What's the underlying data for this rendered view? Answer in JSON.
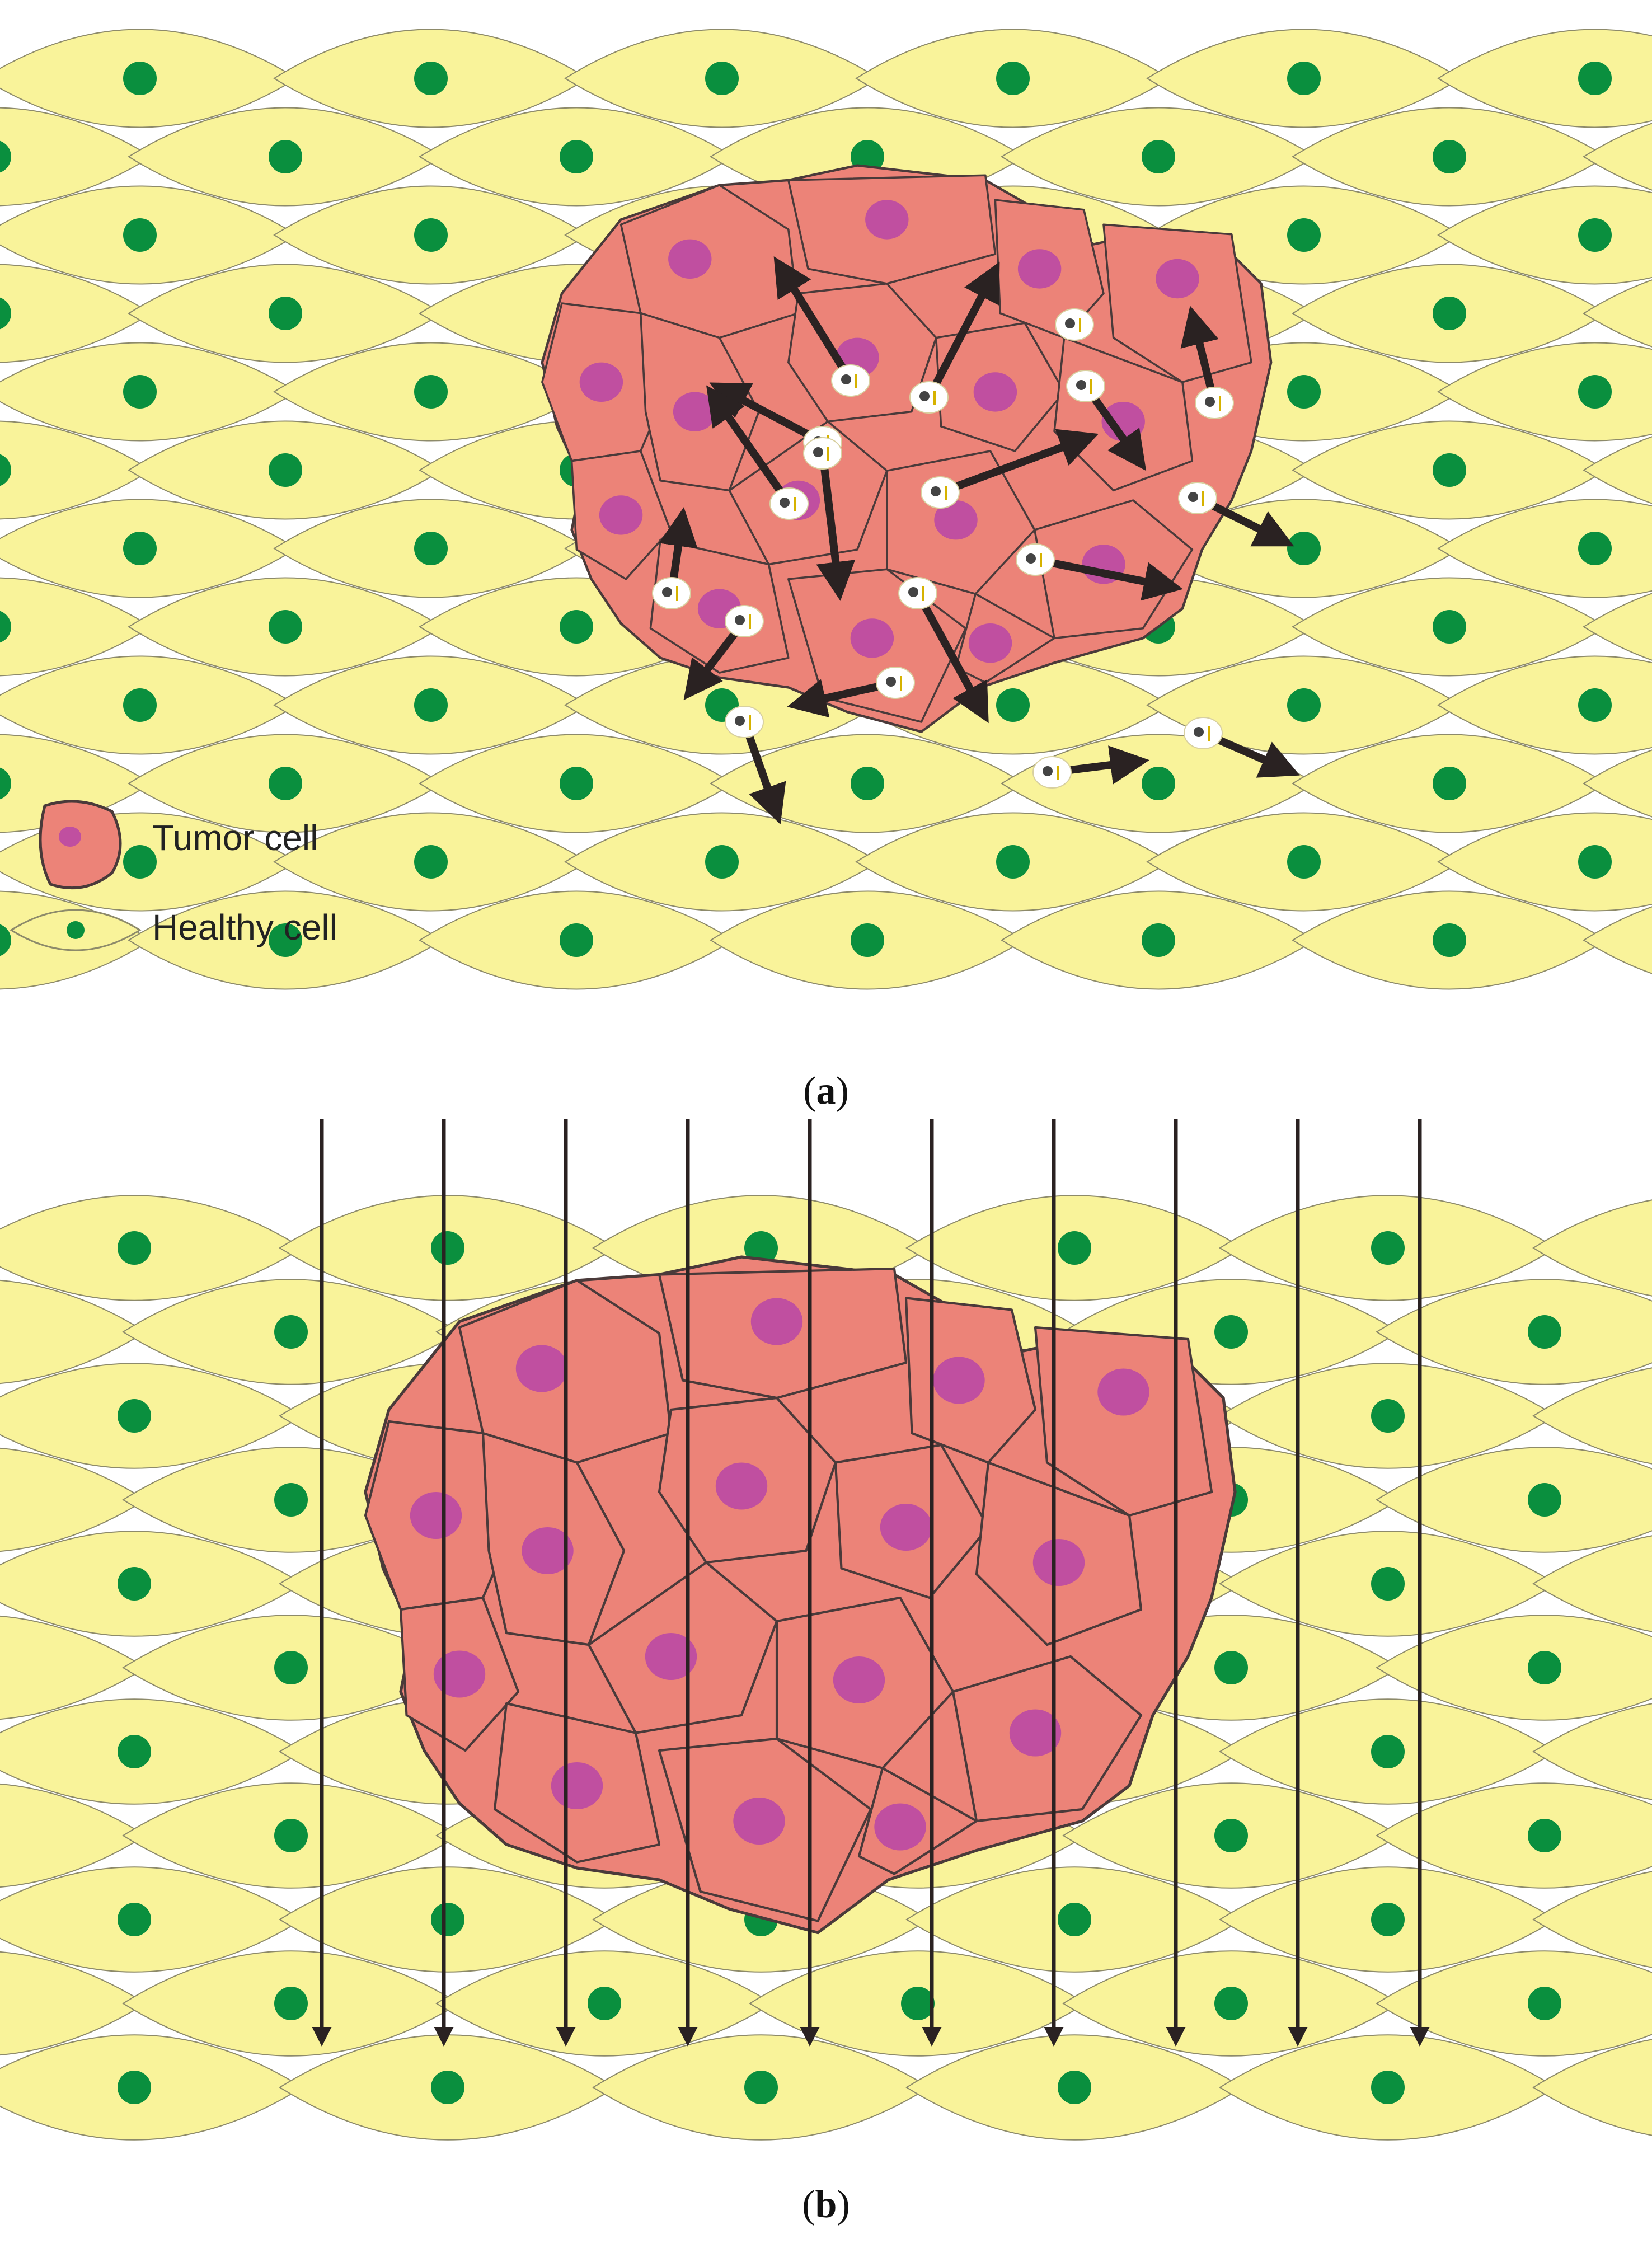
{
  "legend": {
    "tumor_label": "Tumor cell",
    "healthy_label": "Healthy cell"
  },
  "captions": {
    "a_open": "(",
    "a_letter": "a",
    "a_close": ")",
    "b_open": "(",
    "b_letter": "b",
    "b_close": ")"
  },
  "colors": {
    "healthy_fill": "#f9f39a",
    "healthy_nucleus": "#0a8f3e",
    "tumor_fill": "#ec8378",
    "tumor_nucleus": "#c04fa0",
    "outline": "#4a3a3a",
    "arrow": "#2a2222",
    "source_fill": "#ffffff"
  },
  "panels": [
    {
      "id": "a",
      "description_tag": "internal-radiation-sources",
      "source_count": 18
    },
    {
      "id": "b",
      "description_tag": "external-beam",
      "beam_count": 10
    }
  ]
}
